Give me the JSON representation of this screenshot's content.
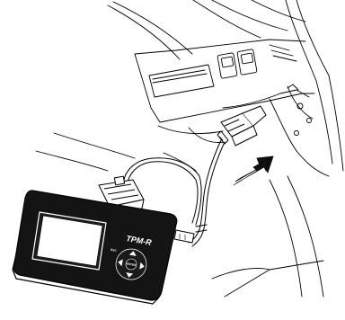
{
  "device": {
    "brand_label": "TPM-R",
    "keypad": {
      "center_label": "ENTER",
      "left_label": "ESC",
      "icons": [
        "arrow-up-icon",
        "arrow-down-icon",
        "arrow-left-icon",
        "arrow-right-icon"
      ]
    }
  },
  "colors": {
    "line": "#000000",
    "device_body": "#111111",
    "screen": "#ffffff",
    "background": "#ffffff"
  }
}
